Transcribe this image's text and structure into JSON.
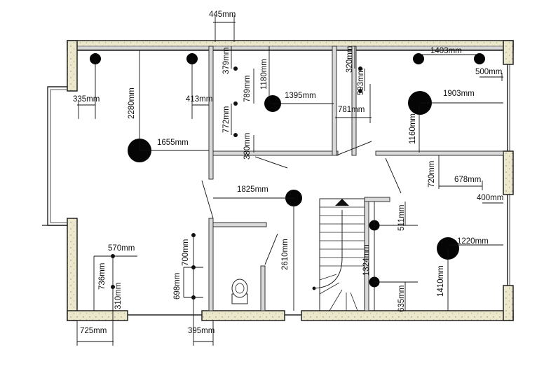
{
  "plan": {
    "dimensions": [
      {
        "id": "d445",
        "text": "445mm"
      },
      {
        "id": "d379",
        "text": "379mm"
      },
      {
        "id": "d789",
        "text": "789mm"
      },
      {
        "id": "d1180",
        "text": "1180mm"
      },
      {
        "id": "d1395",
        "text": "1395mm"
      },
      {
        "id": "d772",
        "text": "772mm"
      },
      {
        "id": "d380",
        "text": "380mm"
      },
      {
        "id": "d781",
        "text": "781mm"
      },
      {
        "id": "d320",
        "text": "320mm"
      },
      {
        "id": "d593",
        "text": "593mm"
      },
      {
        "id": "d1403",
        "text": "1403mm"
      },
      {
        "id": "d500",
        "text": "500mm"
      },
      {
        "id": "d1903",
        "text": "1903mm"
      },
      {
        "id": "d1160",
        "text": "1160mm"
      },
      {
        "id": "d720",
        "text": "720mm"
      },
      {
        "id": "d678",
        "text": "678mm"
      },
      {
        "id": "d400",
        "text": "400mm"
      },
      {
        "id": "d335",
        "text": "335mm"
      },
      {
        "id": "d2280",
        "text": "2280mm"
      },
      {
        "id": "d413",
        "text": "413mm"
      },
      {
        "id": "d1655",
        "text": "1655mm"
      },
      {
        "id": "d1825",
        "text": "1825mm"
      },
      {
        "id": "d570",
        "text": "570mm"
      },
      {
        "id": "d736",
        "text": "736mm"
      },
      {
        "id": "d310",
        "text": "310mm"
      },
      {
        "id": "d700",
        "text": "700mm"
      },
      {
        "id": "d698",
        "text": "698mm"
      },
      {
        "id": "d2610",
        "text": "2610mm"
      },
      {
        "id": "d1324",
        "text": "1324mm"
      },
      {
        "id": "d511",
        "text": "511mm"
      },
      {
        "id": "d635",
        "text": "635mm"
      },
      {
        "id": "d1220",
        "text": "1220mm"
      },
      {
        "id": "d1410",
        "text": "1410mm"
      },
      {
        "id": "d725",
        "text": "725mm"
      },
      {
        "id": "d395",
        "text": "395mm"
      }
    ]
  }
}
